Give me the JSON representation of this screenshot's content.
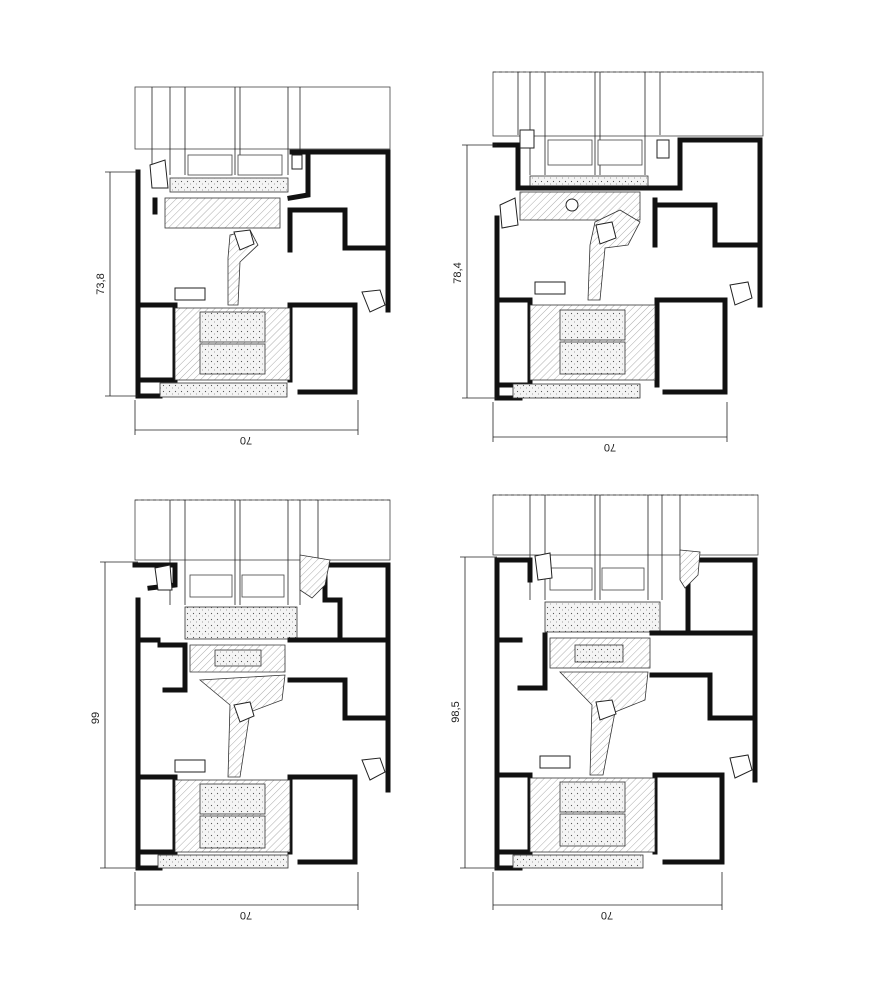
{
  "sections": [
    {
      "id": "a",
      "height_label": "73,8",
      "width_label": "70"
    },
    {
      "id": "b",
      "height_label": "78,4",
      "width_label": "70"
    },
    {
      "id": "c",
      "height_label": "99",
      "width_label": "70"
    },
    {
      "id": "d",
      "height_label": "98,5",
      "width_label": "70"
    }
  ],
  "colors": {
    "profile": "#111111",
    "line": "#222222",
    "background": "#ffffff"
  }
}
